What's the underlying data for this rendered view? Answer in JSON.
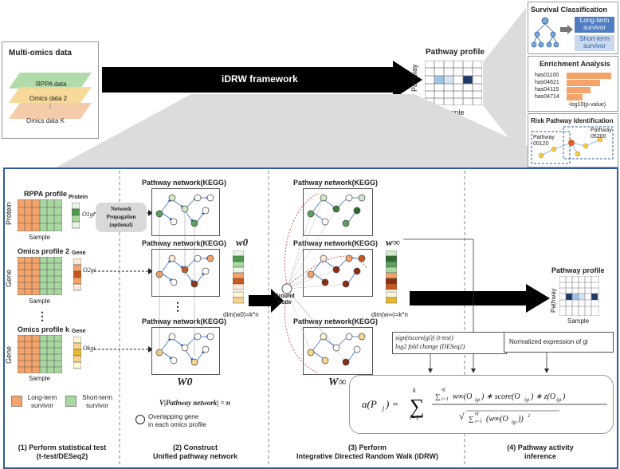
{
  "top": {
    "multiomics_title": "Multi-omics data",
    "layers": [
      "RPPA data",
      "Omics data 2",
      "⋮",
      "Omics data K"
    ],
    "framework_label": "iDRW framework",
    "pathway_profile_title": "Pathway profile",
    "pathway_axis": "Pathway",
    "sample_axis": "Sample"
  },
  "right_panels": {
    "survival_title": "Survival Classification",
    "long_term": "Long-term survivor",
    "short_term": "Short-term survivor",
    "enrichment_title": "Enrichment Analysis",
    "enrichment_terms": [
      "has01100",
      "has04621",
      "has04115",
      "has04714"
    ],
    "enrichment_axis": "-log10(p-value)",
    "risk_title": "Risk Pathway Identification",
    "risk_pathway_a": "Pathway 00120",
    "risk_pathway_b": "Pathway 05200"
  },
  "panel1": {
    "rppa_profile": "RPPA profile",
    "protein_axis": "Protein",
    "protein_label": "Protein",
    "o1": "O1gi",
    "sample": "Sample",
    "omics2_profile": "Omics profile 2",
    "gene_axis": "Gene",
    "gene_label": "Gene",
    "o2": "O2gi",
    "dots": "⋮",
    "omicsk_profile": "Omics profile k",
    "ok": "Okgi",
    "legend_long": "Long-term survivor",
    "legend_short": "Short-term survivor",
    "caption_line1": "(1) Perform statistical test",
    "caption_line2": "(t-test/DESeq2)"
  },
  "panel2": {
    "network_prop": "Network Propagation (optional)",
    "net_title": "Pathway network(KEGG)",
    "w0": "w0",
    "w0_bottom": "W0",
    "dim": "dim(w0)=k*n",
    "vpath": "V|Pathway network| = n",
    "overlap_line1": "Overlapping gene",
    "overlap_line2": "in each omics profile",
    "caption_line1": "(2) Construct",
    "caption_line2": "Unified pathway network"
  },
  "panel3": {
    "net_title": "Pathway network(KEGG)",
    "winf": "w∞",
    "winf_bottom": "W∞",
    "ground_node": "Ground Node",
    "dim": "dim(w∞)=k*n",
    "caption_line1": "(3) Perform",
    "caption_line2": "Integrative Directed Random Walk (iDRW)"
  },
  "panel4": {
    "pathway_profile": "Pathway profile",
    "pathway_axis": "Pathway",
    "sample": "Sample",
    "sign_line1": "sign(tscore(gi)) (t-test)",
    "sign_line2": "log2 fold change (DESeq2)",
    "normalized": "Normalized expression of gi",
    "caption_line1": "(4) Pathway activity",
    "caption_line2": "inference"
  },
  "colors": {
    "orange": "#F4A46A",
    "green": "#A8D8A0",
    "blue_frame": "#2E5C9E",
    "dark_red": "#8B2E12"
  }
}
